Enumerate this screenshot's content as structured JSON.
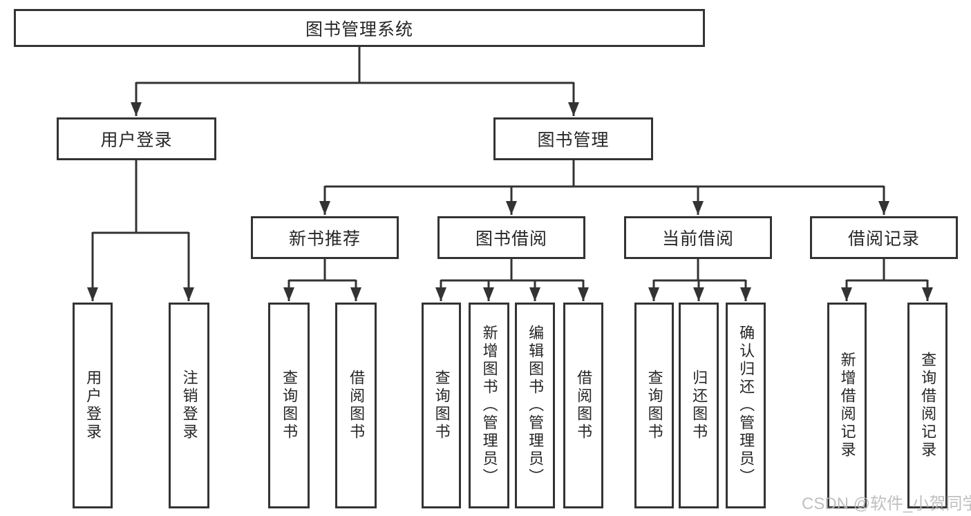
{
  "tree": {
    "label": "图书管理系统",
    "children": [
      {
        "label": "用户登录",
        "children": [
          {
            "label": "用户登录"
          },
          {
            "label": "注销登录"
          }
        ]
      },
      {
        "label": "图书管理",
        "children": [
          {
            "label": "新书推荐",
            "children": [
              {
                "label": "查询图书"
              },
              {
                "label": "借阅图书"
              }
            ]
          },
          {
            "label": "图书借阅",
            "children": [
              {
                "label": "查询图书"
              },
              {
                "label": "新增图书（管理员）"
              },
              {
                "label": "编辑图书（管理员）"
              },
              {
                "label": "借阅图书"
              }
            ]
          },
          {
            "label": "当前借阅",
            "children": [
              {
                "label": "查询图书"
              },
              {
                "label": "归还图书"
              },
              {
                "label": "确认归还（管理员）"
              }
            ]
          },
          {
            "label": "借阅记录",
            "children": [
              {
                "label": "新增借阅记录"
              },
              {
                "label": "查询借阅记录"
              }
            ]
          }
        ]
      }
    ]
  },
  "watermark": {
    "text": "CSDN @软件_小贺同学"
  },
  "colors": {
    "line": "#333333",
    "text": "#262626",
    "background": "#ffffff",
    "watermark": "#b9b9b9"
  }
}
